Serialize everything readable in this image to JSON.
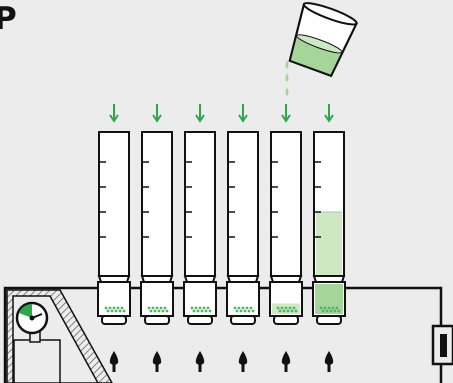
{
  "heading": {
    "text": "P"
  },
  "manifold": {
    "column_count": 6,
    "fill_levels": [
      0,
      0,
      0,
      0,
      0.35,
      1.0
    ],
    "upper_liquid_column_index": 5
  },
  "icons": {
    "beaker": "pouring-beaker-icon",
    "drop": "liquid-drop-icon",
    "flow_arrow": "down-arrow-icon",
    "outlet": "drip-outlet-icon",
    "gauge": "pressure-gauge-icon",
    "valve": "side-valve-icon"
  },
  "colors": {
    "background": "#ececec",
    "outline": "#111111",
    "accent_green": "#2aa84a",
    "liquid_light": "#cfe8c4",
    "liquid_medium": "#a6d59a",
    "sorbent_dots": "#4fb563"
  }
}
